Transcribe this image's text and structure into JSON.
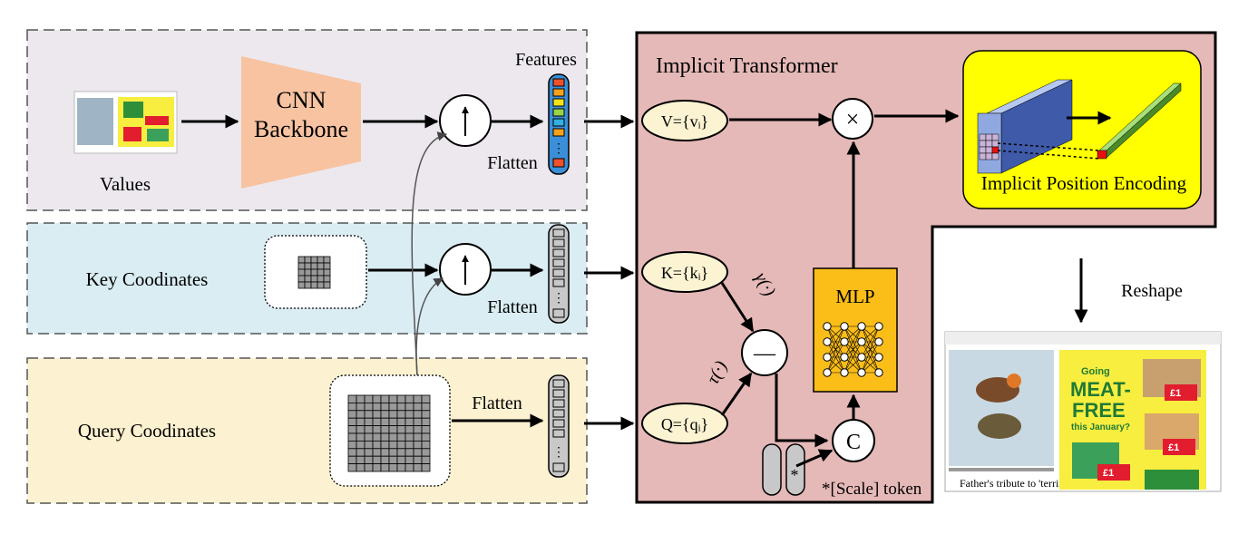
{
  "panels": {
    "values": "Values",
    "key": "Key Coodinates",
    "query": "Query Coodinates"
  },
  "backbone": {
    "line1": "CNN",
    "line2": "Backbone"
  },
  "labels": {
    "features": "Features",
    "flatten": "Flatten",
    "up_arrow": "↑"
  },
  "transformer": {
    "title": "Implicit Transformer",
    "v_label": "V={vᵢ}",
    "k_label": "K={kᵢ}",
    "q_label": "Q={qᵢ}",
    "multiply": "×",
    "minus": "—",
    "concat": "C",
    "gamma": "γ(·)",
    "tau": "τ(·)",
    "mlp": "MLP",
    "scale_token": "*[Scale] token",
    "star": "*"
  },
  "encoding": {
    "label": "Implicit Position Encoding"
  },
  "reshape": {
    "label": "Reshape"
  },
  "thumbnail": {
    "heading1": "Going",
    "heading2": "MEAT-",
    "heading3": "FREE",
    "heading4": "this January?",
    "price1": "£1",
    "price2": "£1",
    "price3": "£1",
    "caption": "Father's tribute to 'terrified'"
  },
  "colors": {
    "values_bg": "#ece8ee",
    "key_bg": "#d9edf3",
    "query_bg": "#fcf1d0",
    "transformer_bg": "#e5b9b7",
    "backbone": "#f7c3a1",
    "ellipse": "#fbf3d2",
    "mlp": "#fbbd18",
    "encoding_bg": "#ffff00",
    "cube_blue": "#8fa9e0",
    "bar_green": "#7cc04a"
  }
}
